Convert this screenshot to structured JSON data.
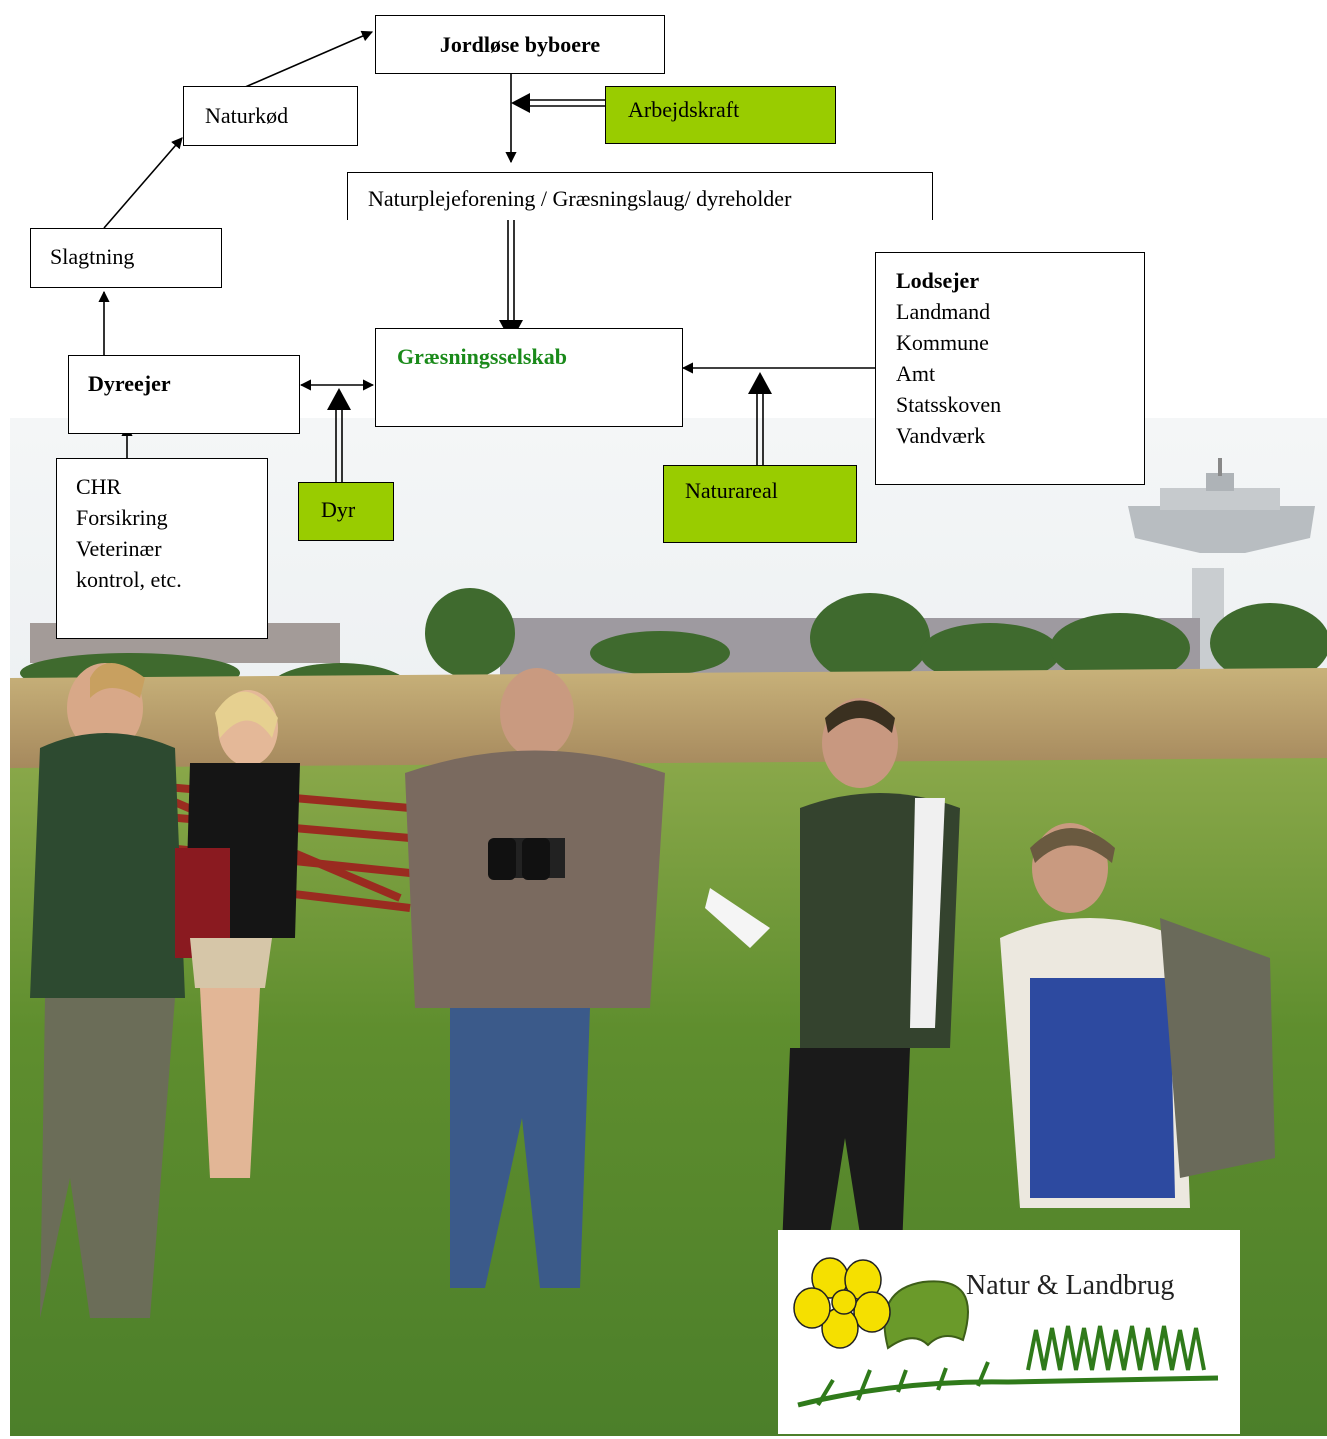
{
  "diagram": {
    "top": "Jordløse byboere",
    "labor": "Arbejdskraft",
    "association": "Naturplejeforening / Græsningslaug/ dyreholder",
    "company": "Græsningsselskab",
    "company_color": "#1a8a1a",
    "owner": {
      "title": "Lodsejer",
      "lines": [
        "Landmand",
        "Kommune",
        "Amt",
        "Statsskoven",
        "Vandværk"
      ]
    },
    "nature_area": "Naturareal",
    "animal_owner": "Dyreejer",
    "animals": "Dyr",
    "requirements": [
      "CHR",
      "Forsikring",
      "Veterinær",
      "kontrol, etc."
    ],
    "slaughter": "Slagtning",
    "meat": "Naturkød",
    "input_color": "#99cc00"
  },
  "logo": {
    "text": "Natur & Landbrug",
    "flower_color": "#f5e000",
    "leaf_color": "#6a9a2a",
    "grass_color": "#2f7a1a"
  },
  "photo": {
    "description_icon": "group-photo-icon",
    "sky": "#eef1f3",
    "field": "#b89a6a",
    "grass": "#6a9a3a"
  }
}
